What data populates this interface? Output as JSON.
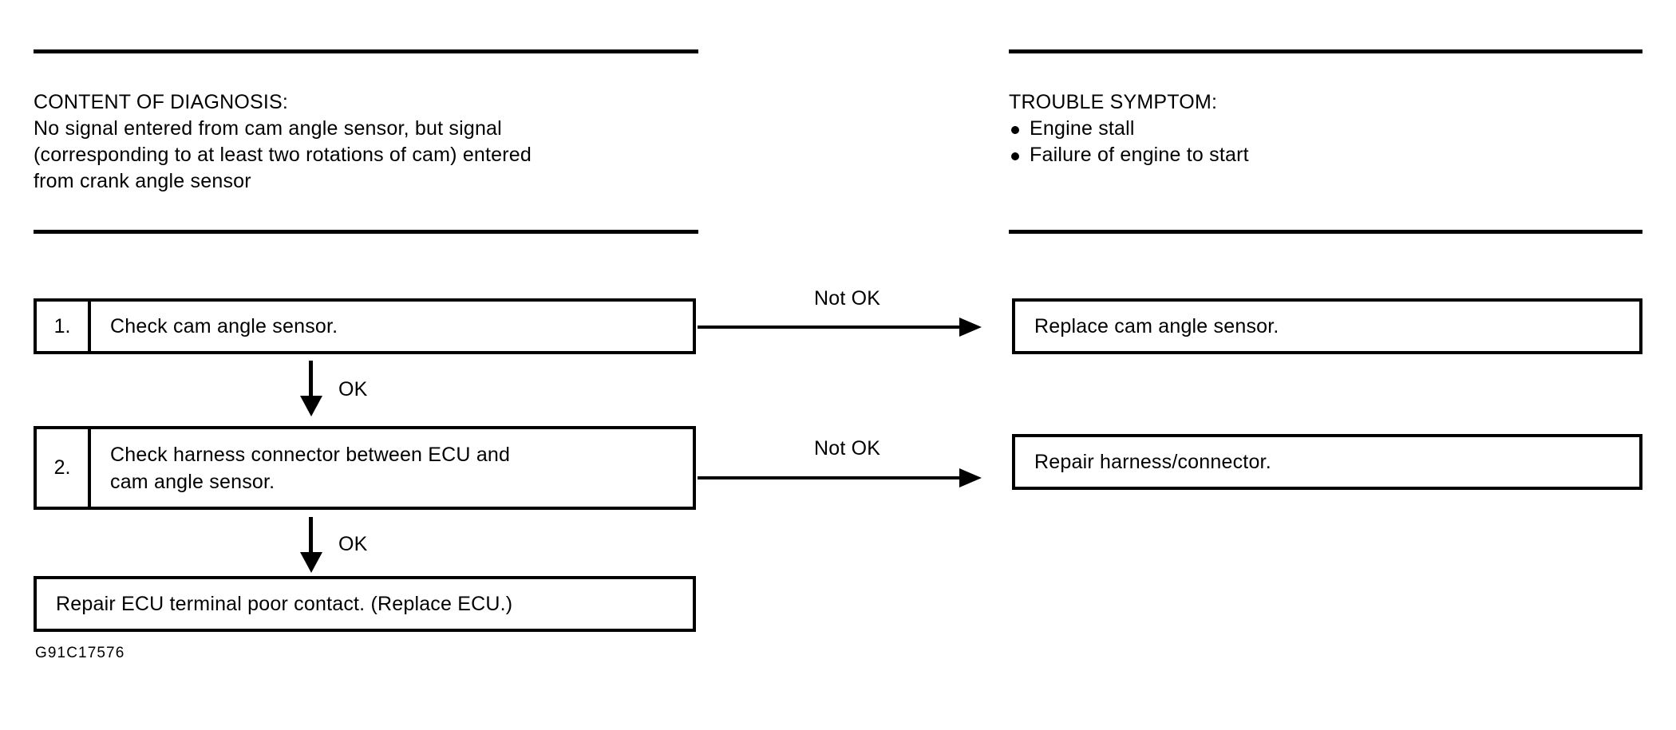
{
  "diagram": {
    "caption_code": "G91C17576",
    "ink_color": "#000000",
    "background_color": "#ffffff",
    "diagnosis": {
      "title": "CONTENT OF DIAGNOSIS:",
      "lines": [
        "No signal entered from cam angle sensor, but signal",
        "(corresponding to at least two rotations of cam) entered",
        "from crank angle sensor"
      ]
    },
    "symptom": {
      "title": "TROUBLE SYMPTOM:",
      "items": [
        "Engine stall",
        "Failure of engine to start"
      ]
    },
    "steps": [
      {
        "number": "1.",
        "lines": [
          "Check cam angle sensor."
        ],
        "branch_label": "Not OK",
        "branch_result": "Replace cam angle sensor.",
        "pass_label": "OK"
      },
      {
        "number": "2.",
        "lines": [
          "Check harness connector between ECU and",
          "cam angle sensor."
        ],
        "branch_label": "Not OK",
        "branch_result": "Repair harness/connector.",
        "pass_label": "OK"
      }
    ],
    "final_action": "Repair ECU terminal poor contact. (Replace ECU.)"
  }
}
